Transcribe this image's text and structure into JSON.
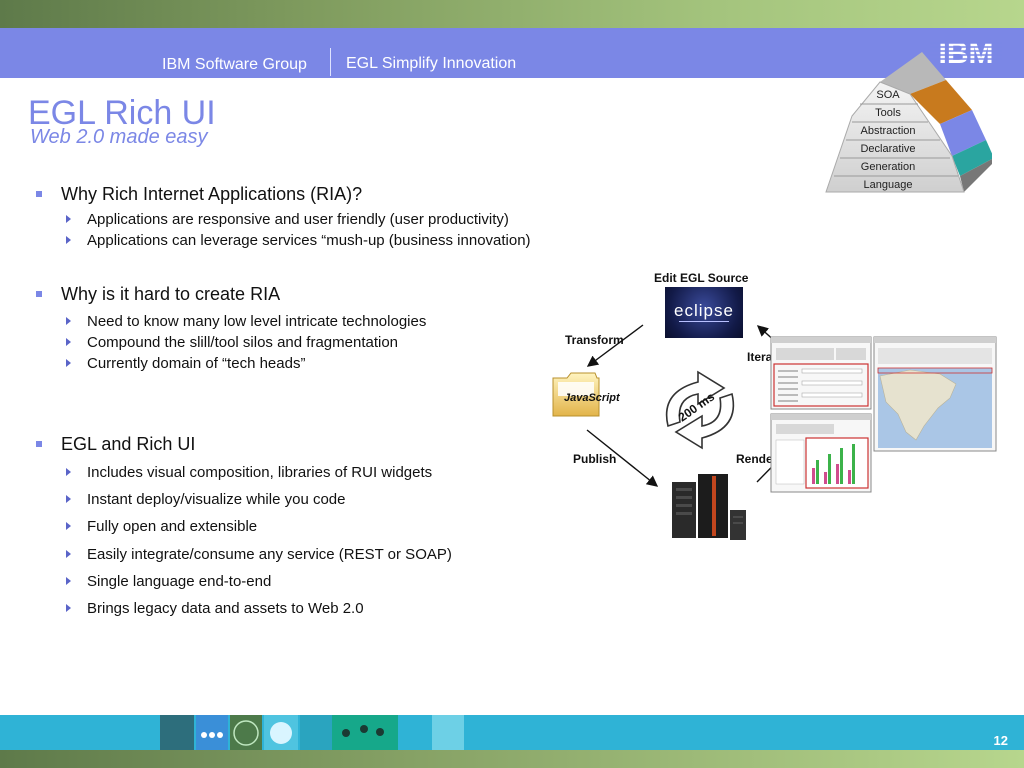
{
  "header": {
    "group": "IBM Software Group",
    "tagline": "EGL Simplify Innovation",
    "logo": "IBM"
  },
  "pyramid": [
    "SOA",
    "Tools",
    "Abstraction",
    "Declarative",
    "Generation",
    "Language"
  ],
  "title": "EGL Rich UI",
  "subtitle": "Web 2.0 made easy",
  "sections": [
    {
      "heading": "Why Rich Internet Applications (RIA)?",
      "items": [
        "Applications are responsive and user friendly (user productivity)",
        "Applications can leverage services “mush-up (business innovation)"
      ]
    },
    {
      "heading": "Why is it hard to create RIA",
      "items": [
        "Need to know many low level intricate technologies",
        "Compound the slill/tool silos and fragmentation",
        "Currently domain of “tech heads”"
      ]
    },
    {
      "heading": "EGL and Rich UI",
      "items": [
        "Includes visual composition, libraries of RUI widgets",
        "Instant deploy/visualize while you code",
        "Fully open and extensible",
        "Easily integrate/consume any service (REST or SOAP)",
        "Single language end-to-end",
        "Brings legacy data and assets to Web 2.0"
      ]
    }
  ],
  "diagram": {
    "edit_label": "Edit EGL Source",
    "eclipse_text": "eclipse",
    "transform": "Transform",
    "iterate": "Iterate",
    "javascript": "JavaScript",
    "cycle": "200 ms",
    "publish": "Publish",
    "render": "Render"
  },
  "footer": {
    "page": "12"
  }
}
